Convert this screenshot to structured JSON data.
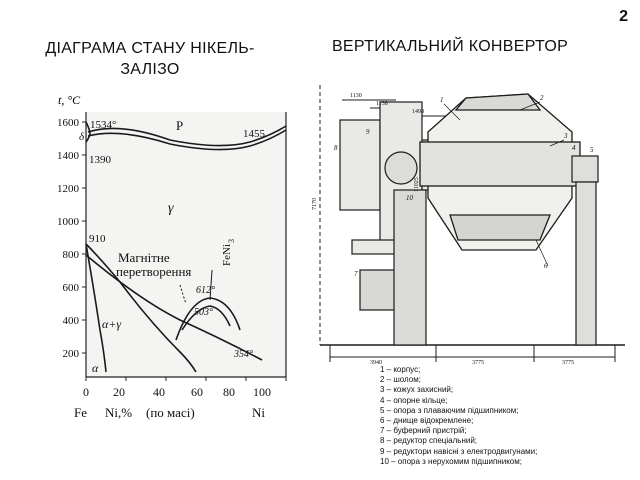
{
  "page_number": "2",
  "left_title": {
    "line1": "ДІАГРАМА СТАНУ НІКЕЛЬ-",
    "line2": "ЗАЛІЗО"
  },
  "right_title": "ВЕРТИКАЛЬНИЙ КОНВЕРТОР",
  "phase_diagram": {
    "y_axis_label": "t, °C",
    "y_ticks": [
      "1600",
      "1400",
      "1200",
      "1000",
      "800",
      "600",
      "400",
      "200"
    ],
    "x_ticks": [
      "0",
      "20",
      "40",
      "60",
      "80",
      "100"
    ],
    "x_label_left": "Fe",
    "x_label_mid": "Ni,%",
    "x_label_note": "(по масі)",
    "x_label_right": "Ni",
    "annotations": {
      "t1534": "1534°",
      "delta": "δ",
      "t1390": "1390",
      "t1455": "1455",
      "liquid": "P",
      "gamma": "γ",
      "t910": "910",
      "magnetic_line1": "Магнітне",
      "magnetic_line2": "перетворення",
      "fени3": "FeNi",
      "fени3_sub": "3",
      "t612": "612°",
      "t503": "503°",
      "alpha_gamma": "α+γ",
      "t354": "354°",
      "alpha": "α"
    }
  },
  "converter_drawing": {
    "dims": [
      "1130",
      "1138",
      "1498",
      "7170",
      "11025",
      "3940",
      "3775",
      "3775"
    ],
    "callouts": [
      "1",
      "2",
      "3",
      "4",
      "5",
      "6",
      "7",
      "8",
      "9",
      "10"
    ]
  },
  "legend": [
    "1 – корпус;",
    "2 – шолом;",
    " 3 – кожух захисний;",
    "4 – опорне кільце;",
    "5 – опора з плаваючим підшипником;",
    "6 – днище відокремлене;",
    "7 – буферний пристрій;",
    "8 – редуктор спеціальний;",
    "9 – редуктори навісні з електродвигунами;",
    "10 – опора з нерухомим підшипником;"
  ]
}
